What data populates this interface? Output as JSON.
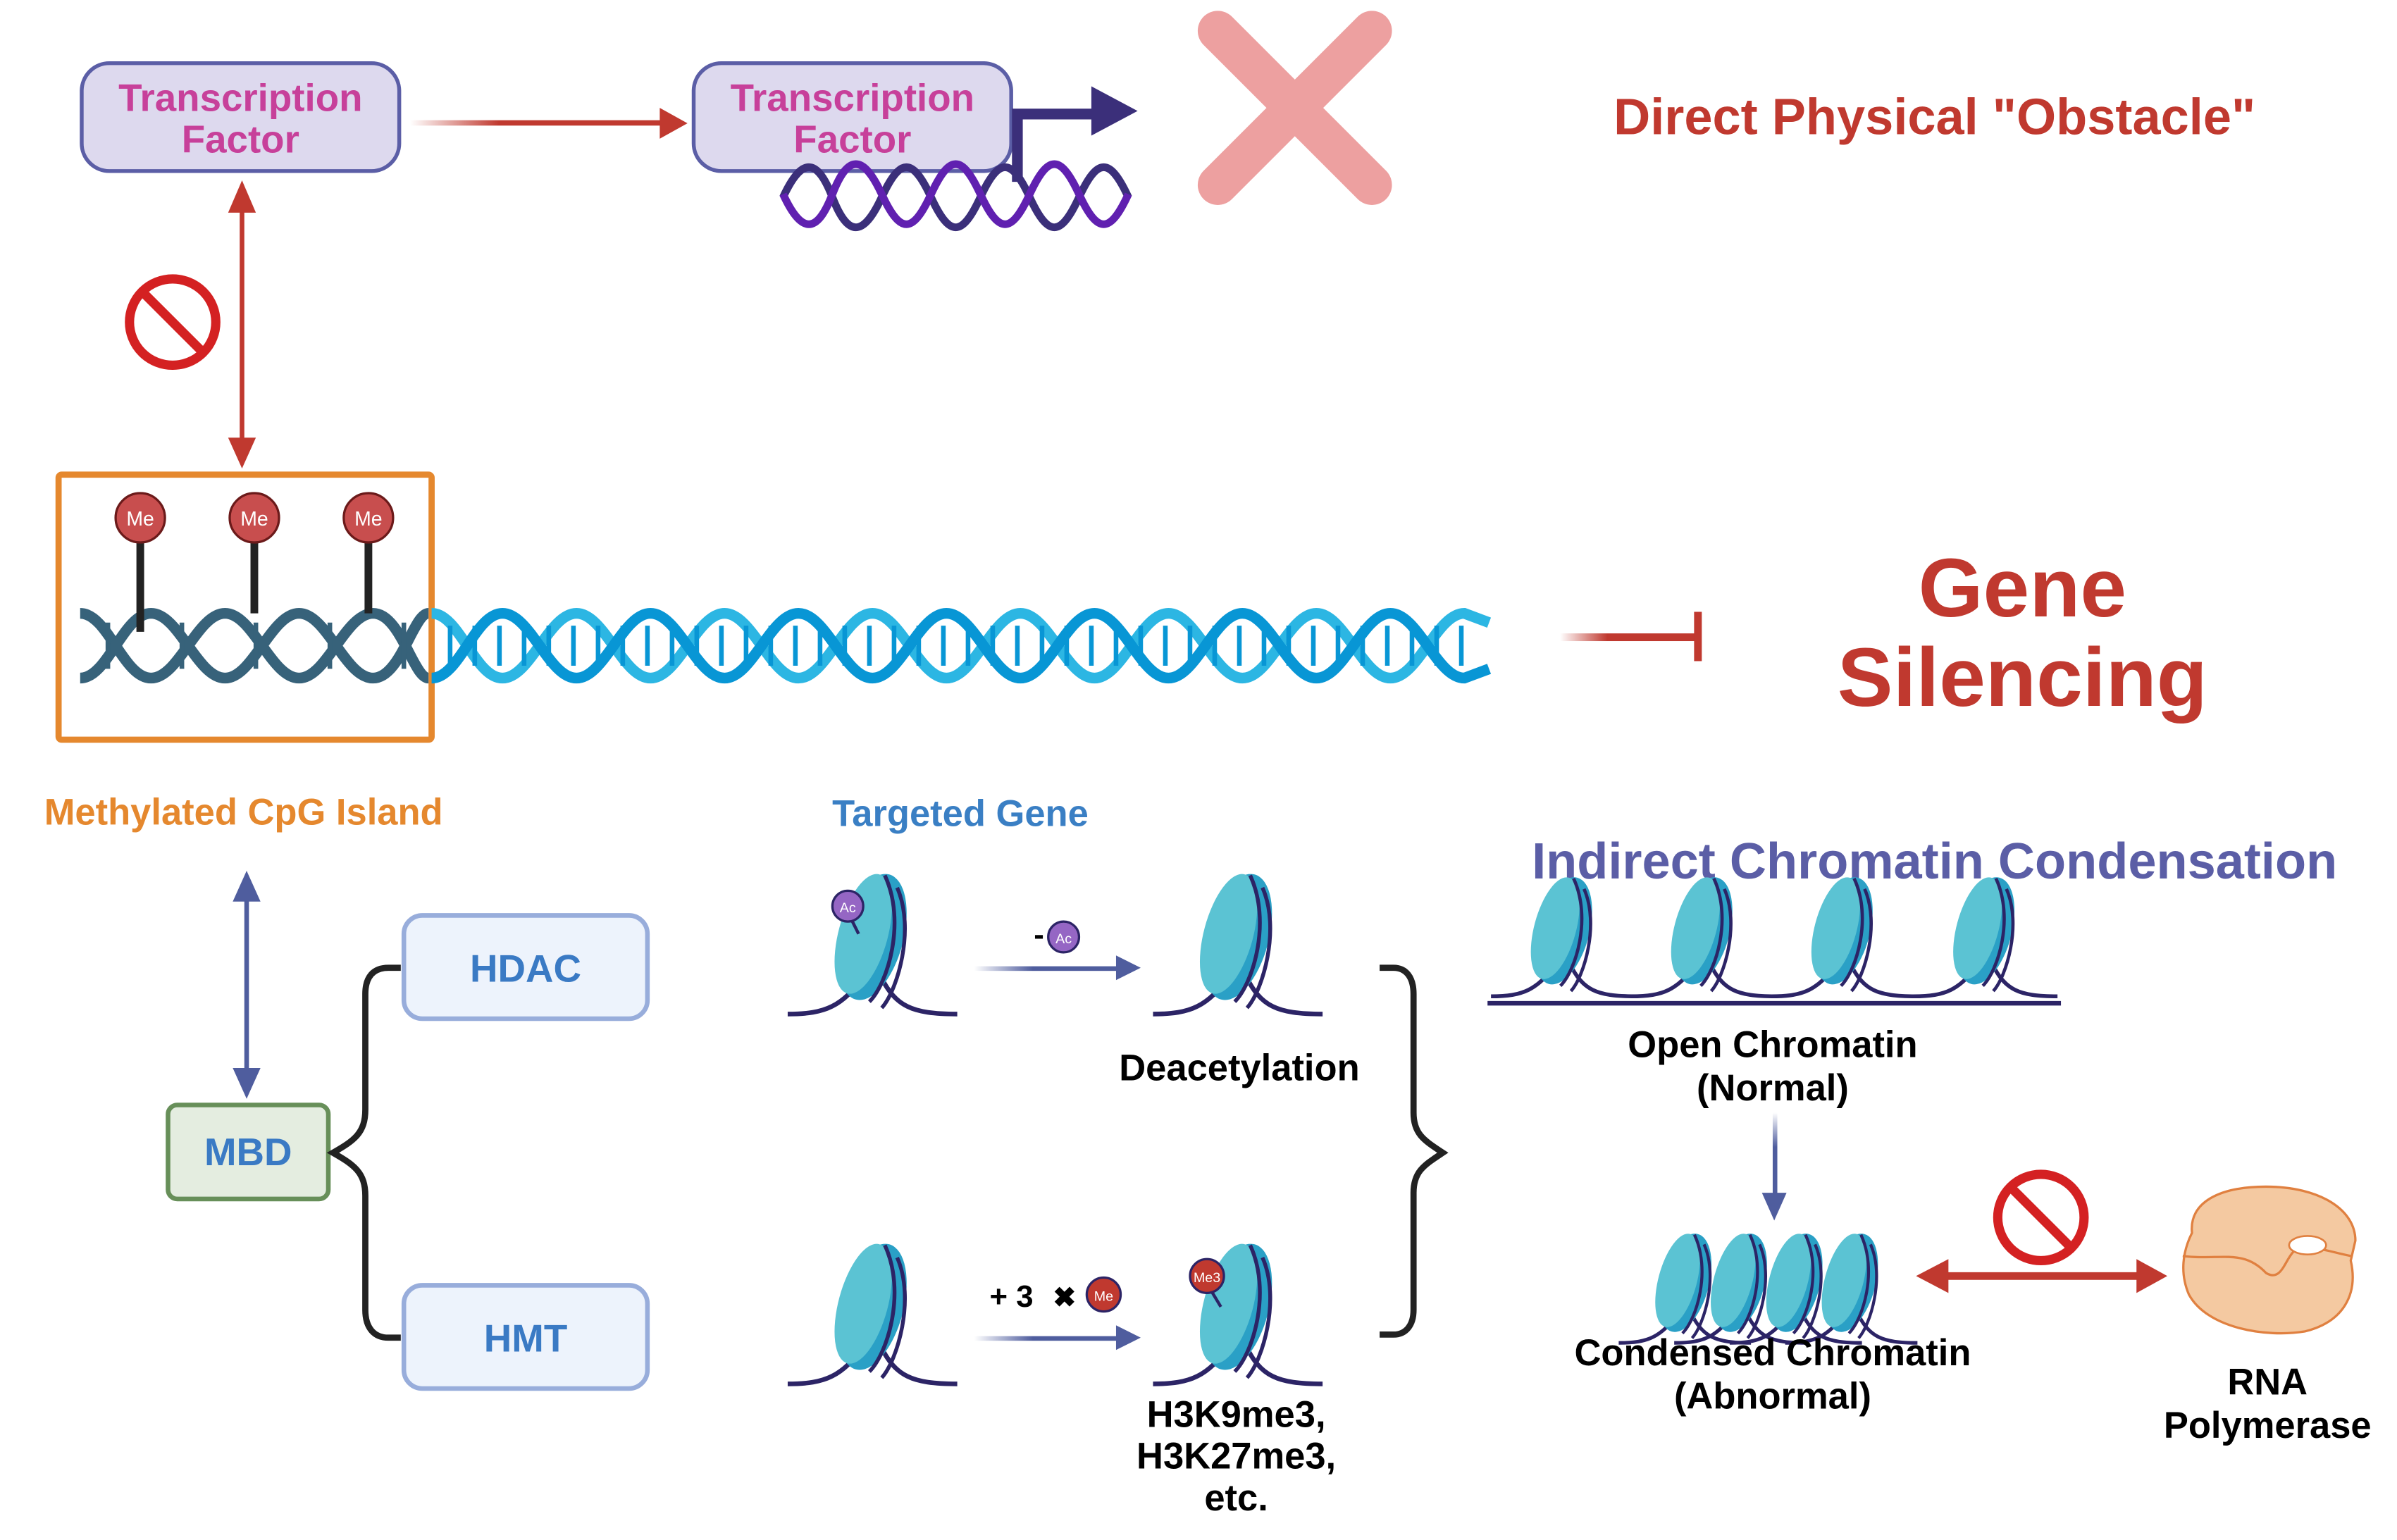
{
  "colors": {
    "red": "#c0392f",
    "tf_text": "#c7409a",
    "tf_fill": "#ddd9ee",
    "tf_border": "#5b5ea6",
    "orange": "#e5882e",
    "targeted_blue": "#3a7fc4",
    "purple_title": "#5b5ea6",
    "enzyme_fill": "#edf3fc",
    "enzyme_border": "#98addb",
    "mbd_fill": "#e4ede0",
    "mbd_border": "#678f59",
    "nucleosome_light": "#5bc3d3",
    "nucleosome_dark": "#2aa0c6",
    "dna_strand": "#2c2466",
    "methyl_dna": "#37627a",
    "dna_light": "#2cb6e3",
    "dna_dark": "#0896d5",
    "me_fill": "#c84e4e",
    "ac_fill": "#9566c4",
    "x_mark": "#eda0a0",
    "no_sign": "#d42122",
    "polymerase": "#f4c9a1"
  },
  "direct": {
    "tf_left_line1": "Transcription",
    "tf_left_line2": "Factor",
    "tf_right_line1": "Transcription",
    "tf_right_line2": "Factor",
    "title": "Direct Physical \"Obstacle\""
  },
  "dna": {
    "methyl_tags": [
      "Me",
      "Me",
      "Me"
    ],
    "cpg_label": "Methylated CpG Island",
    "target_label": "Targeted Gene"
  },
  "outcome": {
    "line1": "Gene",
    "line2": "Silencing"
  },
  "indirect": {
    "title": "Indirect Chromatin Condensation",
    "mbd": "MBD",
    "hdac": "HDAC",
    "hmt": "HMT",
    "ac_tag": "Ac",
    "minus": "-",
    "deacetylation": "Deacetylation",
    "plus_prefix": "+ 3",
    "times": "✖",
    "me_tag": "Me",
    "me3_tag": "Me3",
    "marks_line1": "H3K9me3,",
    "marks_line2": "H3K27me3,",
    "marks_line3": "etc.",
    "open_line1": "Open Chromatin",
    "open_line2": "(Normal)",
    "condensed_line1": "Condensed Chromatin",
    "condensed_line2": "(Abnormal)",
    "rnap_line1": "RNA",
    "rnap_line2": "Polymerase"
  }
}
